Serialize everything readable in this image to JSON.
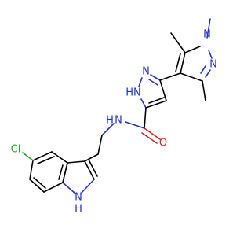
{
  "colors": {
    "background": "#ffffff",
    "carbon_bond": "#000000",
    "nitrogen": "#2233cc",
    "oxygen": "#dd2222",
    "chlorine": "#22aa22"
  },
  "atom_labels": {
    "n_top_right": "N",
    "n_methyl_label": "N",
    "n_pyrazole_upper": "N",
    "nh_pyrazole": "HN",
    "nh_amide": "N",
    "h_amide": "H",
    "o_carbonyl": "O",
    "cl": "Cl",
    "nh_indole": "N",
    "h_indole": "H"
  }
}
